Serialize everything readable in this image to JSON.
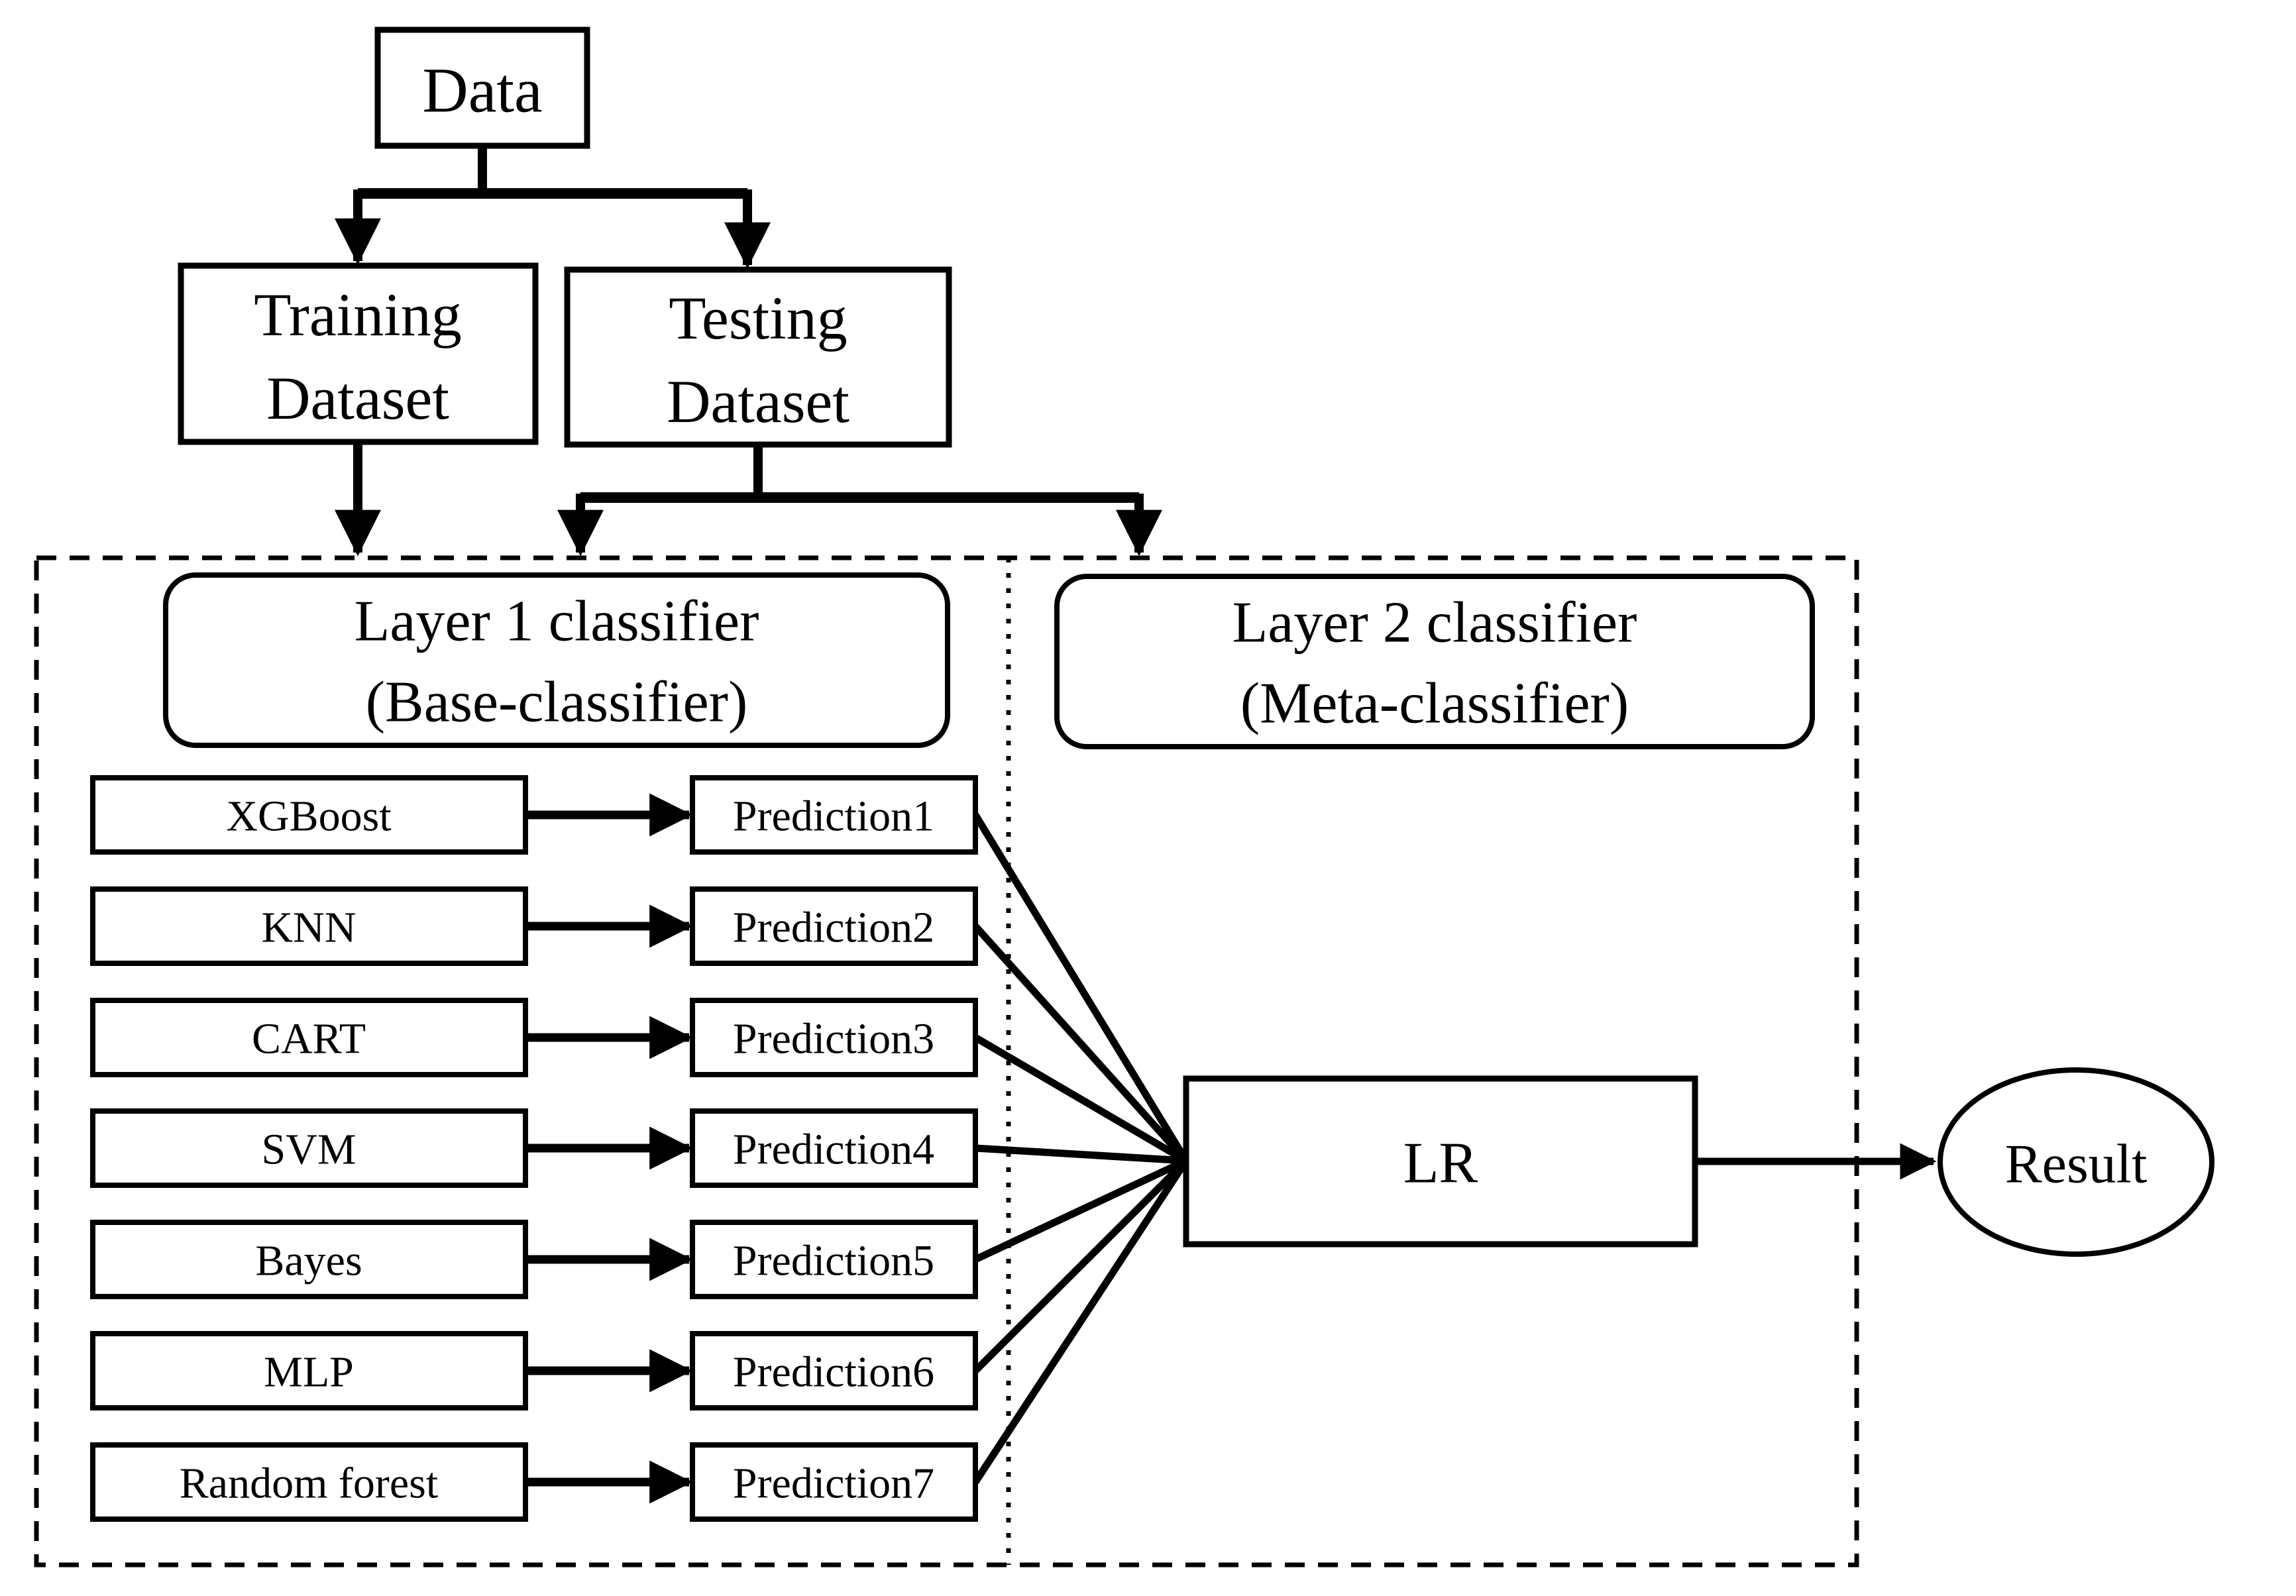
{
  "nodes": {
    "data": {
      "label": "Data"
    },
    "training": {
      "lines": [
        "Training",
        "Dataset"
      ]
    },
    "testing": {
      "lines": [
        "Testing",
        "Dataset"
      ]
    },
    "layer1_header": {
      "lines": [
        "Layer 1 classifier",
        "(Base-classifier)"
      ]
    },
    "layer2_header": {
      "lines": [
        "Layer 2 classifier",
        "(Meta-classifier)"
      ]
    },
    "meta_classifier": {
      "label": "LR"
    },
    "result": {
      "label": "Result"
    }
  },
  "layer1": {
    "rows": [
      {
        "classifier": "XGBoost",
        "prediction": "Prediction1"
      },
      {
        "classifier": "KNN",
        "prediction": "Prediction2"
      },
      {
        "classifier": "CART",
        "prediction": "Prediction3"
      },
      {
        "classifier": "SVM",
        "prediction": "Prediction4"
      },
      {
        "classifier": "Bayes",
        "prediction": "Prediction5"
      },
      {
        "classifier": "MLP",
        "prediction": "Prediction6"
      },
      {
        "classifier": "Random forest",
        "prediction": "Prediction7"
      }
    ]
  },
  "colors": {
    "stroke": "#000000",
    "background": "#ffffff"
  }
}
